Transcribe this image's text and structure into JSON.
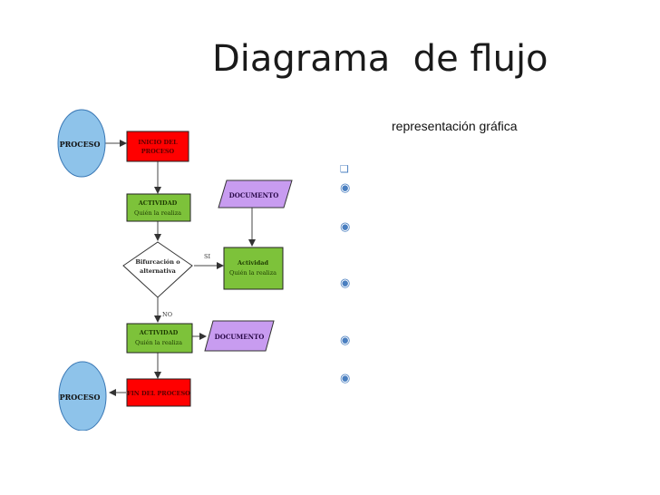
{
  "title": "Diagrama  de flujo",
  "subtitle": "representación gráfica",
  "diagram": {
    "start_process": "PROCESO",
    "end_process": "PROCESO",
    "start_box": [
      "INICIO DEL",
      "PROCESO"
    ],
    "activity_1": [
      "ACTIVIDAD",
      "Quién la realiza"
    ],
    "document_1": "DOCUMENTO",
    "decision": [
      "Bifurcación o",
      "alternativa"
    ],
    "yes_label": "SI",
    "no_label": "NO",
    "activity_yes": [
      "Actividad",
      "Quién la realiza"
    ],
    "activity_2": [
      "ACTIVIDAD",
      "Quién la realiza"
    ],
    "document_2": "DOCUMENTO",
    "end_box": "FIN DEL PROCESO"
  },
  "bullets": [
    {
      "symbol": "❑"
    },
    {
      "symbol": "◉"
    },
    {
      "symbol": "◉"
    },
    {
      "symbol": "◉"
    },
    {
      "symbol": "◉"
    },
    {
      "symbol": "◉"
    }
  ],
  "colors": {
    "process_circle": "#8ec3ea",
    "red_box": "#ff0000",
    "green_box": "#7dc23a",
    "purple_doc": "#c89cf0",
    "bullet": "#4a7fc0"
  }
}
